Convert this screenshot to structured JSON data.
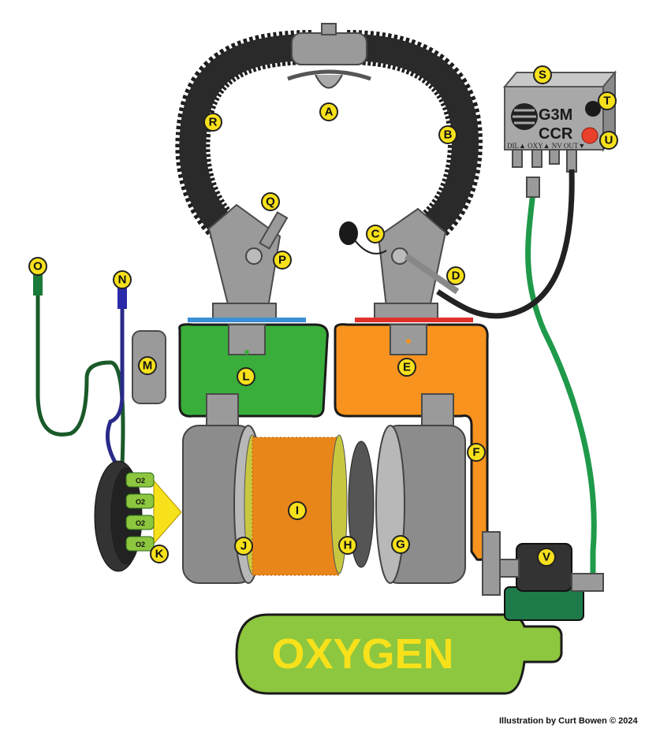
{
  "labels": {
    "A": "A",
    "B": "B",
    "C": "C",
    "D": "D",
    "E": "E",
    "F": "F",
    "G": "G",
    "H": "H",
    "I": "I",
    "J": "J",
    "K": "K",
    "L": "L",
    "M": "M",
    "N": "N",
    "O": "O",
    "P": "P",
    "Q": "Q",
    "R": "R",
    "S": "S",
    "T": "T",
    "U": "U",
    "V": "V"
  },
  "controller": {
    "brand_line1": "G3M",
    "brand_line2": "CCR",
    "ports": "DIL▲ OXY▲ NV OUT▼"
  },
  "cell_label": "O2",
  "cylinder_label": "OXYGEN",
  "credit": "Illustration by Curt Bowen © 2024",
  "colors": {
    "inhale_counterlung": "#3aae3a",
    "exhale_counterlung": "#f7931e",
    "label_circle": "#f7e11b",
    "cylinder": "#8dc63f",
    "cylinder_text": "#f7e11b",
    "hose": "#222222",
    "oxygen_line": "#1f9a4a"
  }
}
